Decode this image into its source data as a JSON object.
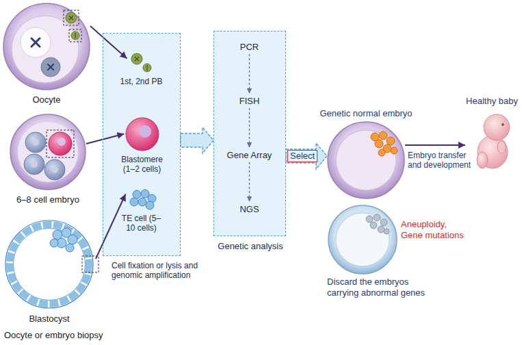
{
  "diagram": {
    "nodes": [
      {
        "text": [
          "Oocyte"
        ]
      },
      {
        "text": [
          "6–8 cell embryo"
        ]
      },
      {
        "text": [
          "Blastocyst"
        ]
      },
      {
        "text": [
          "Cell fixation or lysis and genomic amplification"
        ]
      },
      {
        "text": [
          "1st, 2nd PB"
        ],
        "in": 3
      },
      {
        "text": [
          "Blastomere (1–2 cells)"
        ],
        "in": 3
      },
      {
        "text": [
          "TE cell (5–10 cells)"
        ],
        "in": 3
      },
      {
        "text": [
          "Genetic analysis"
        ]
      },
      {
        "text": [
          "PCR"
        ],
        "in": 7
      },
      {
        "text": [
          "FISH"
        ],
        "in": 7
      },
      {
        "text": [
          "Gene Array"
        ],
        "in": 7
      },
      {
        "text": [
          "NGS"
        ],
        "in": 7
      },
      {
        "text": [
          "Genetic normal embryo"
        ]
      },
      {
        "text": [
          "Healthy baby"
        ]
      },
      {
        "text": [
          "Aneuploidy, Gene mutations",
          "Discard the embryos carrying abnormal genes"
        ]
      }
    ],
    "edges": [
      {
        "from": 0,
        "to": 4,
        "arrow": "to"
      },
      {
        "from": 1,
        "to": 5,
        "arrow": "to"
      },
      {
        "from": 2,
        "to": 6,
        "arrow": "to"
      },
      {
        "from": 3,
        "to": 7,
        "arrow": "to"
      },
      {
        "from": 8,
        "to": 9,
        "arrow": "to"
      },
      {
        "from": 9,
        "to": 10,
        "arrow": "to"
      },
      {
        "from": 10,
        "to": 11,
        "arrow": "to"
      },
      {
        "from": 7,
        "to": 12,
        "label": "Select",
        "arrow": "to"
      },
      {
        "from": 12,
        "to": 13,
        "label": "Embryo transfer and development",
        "arrow": "to"
      }
    ],
    "labels": [
      "Oocyte or embryo biopsy"
    ]
  }
}
